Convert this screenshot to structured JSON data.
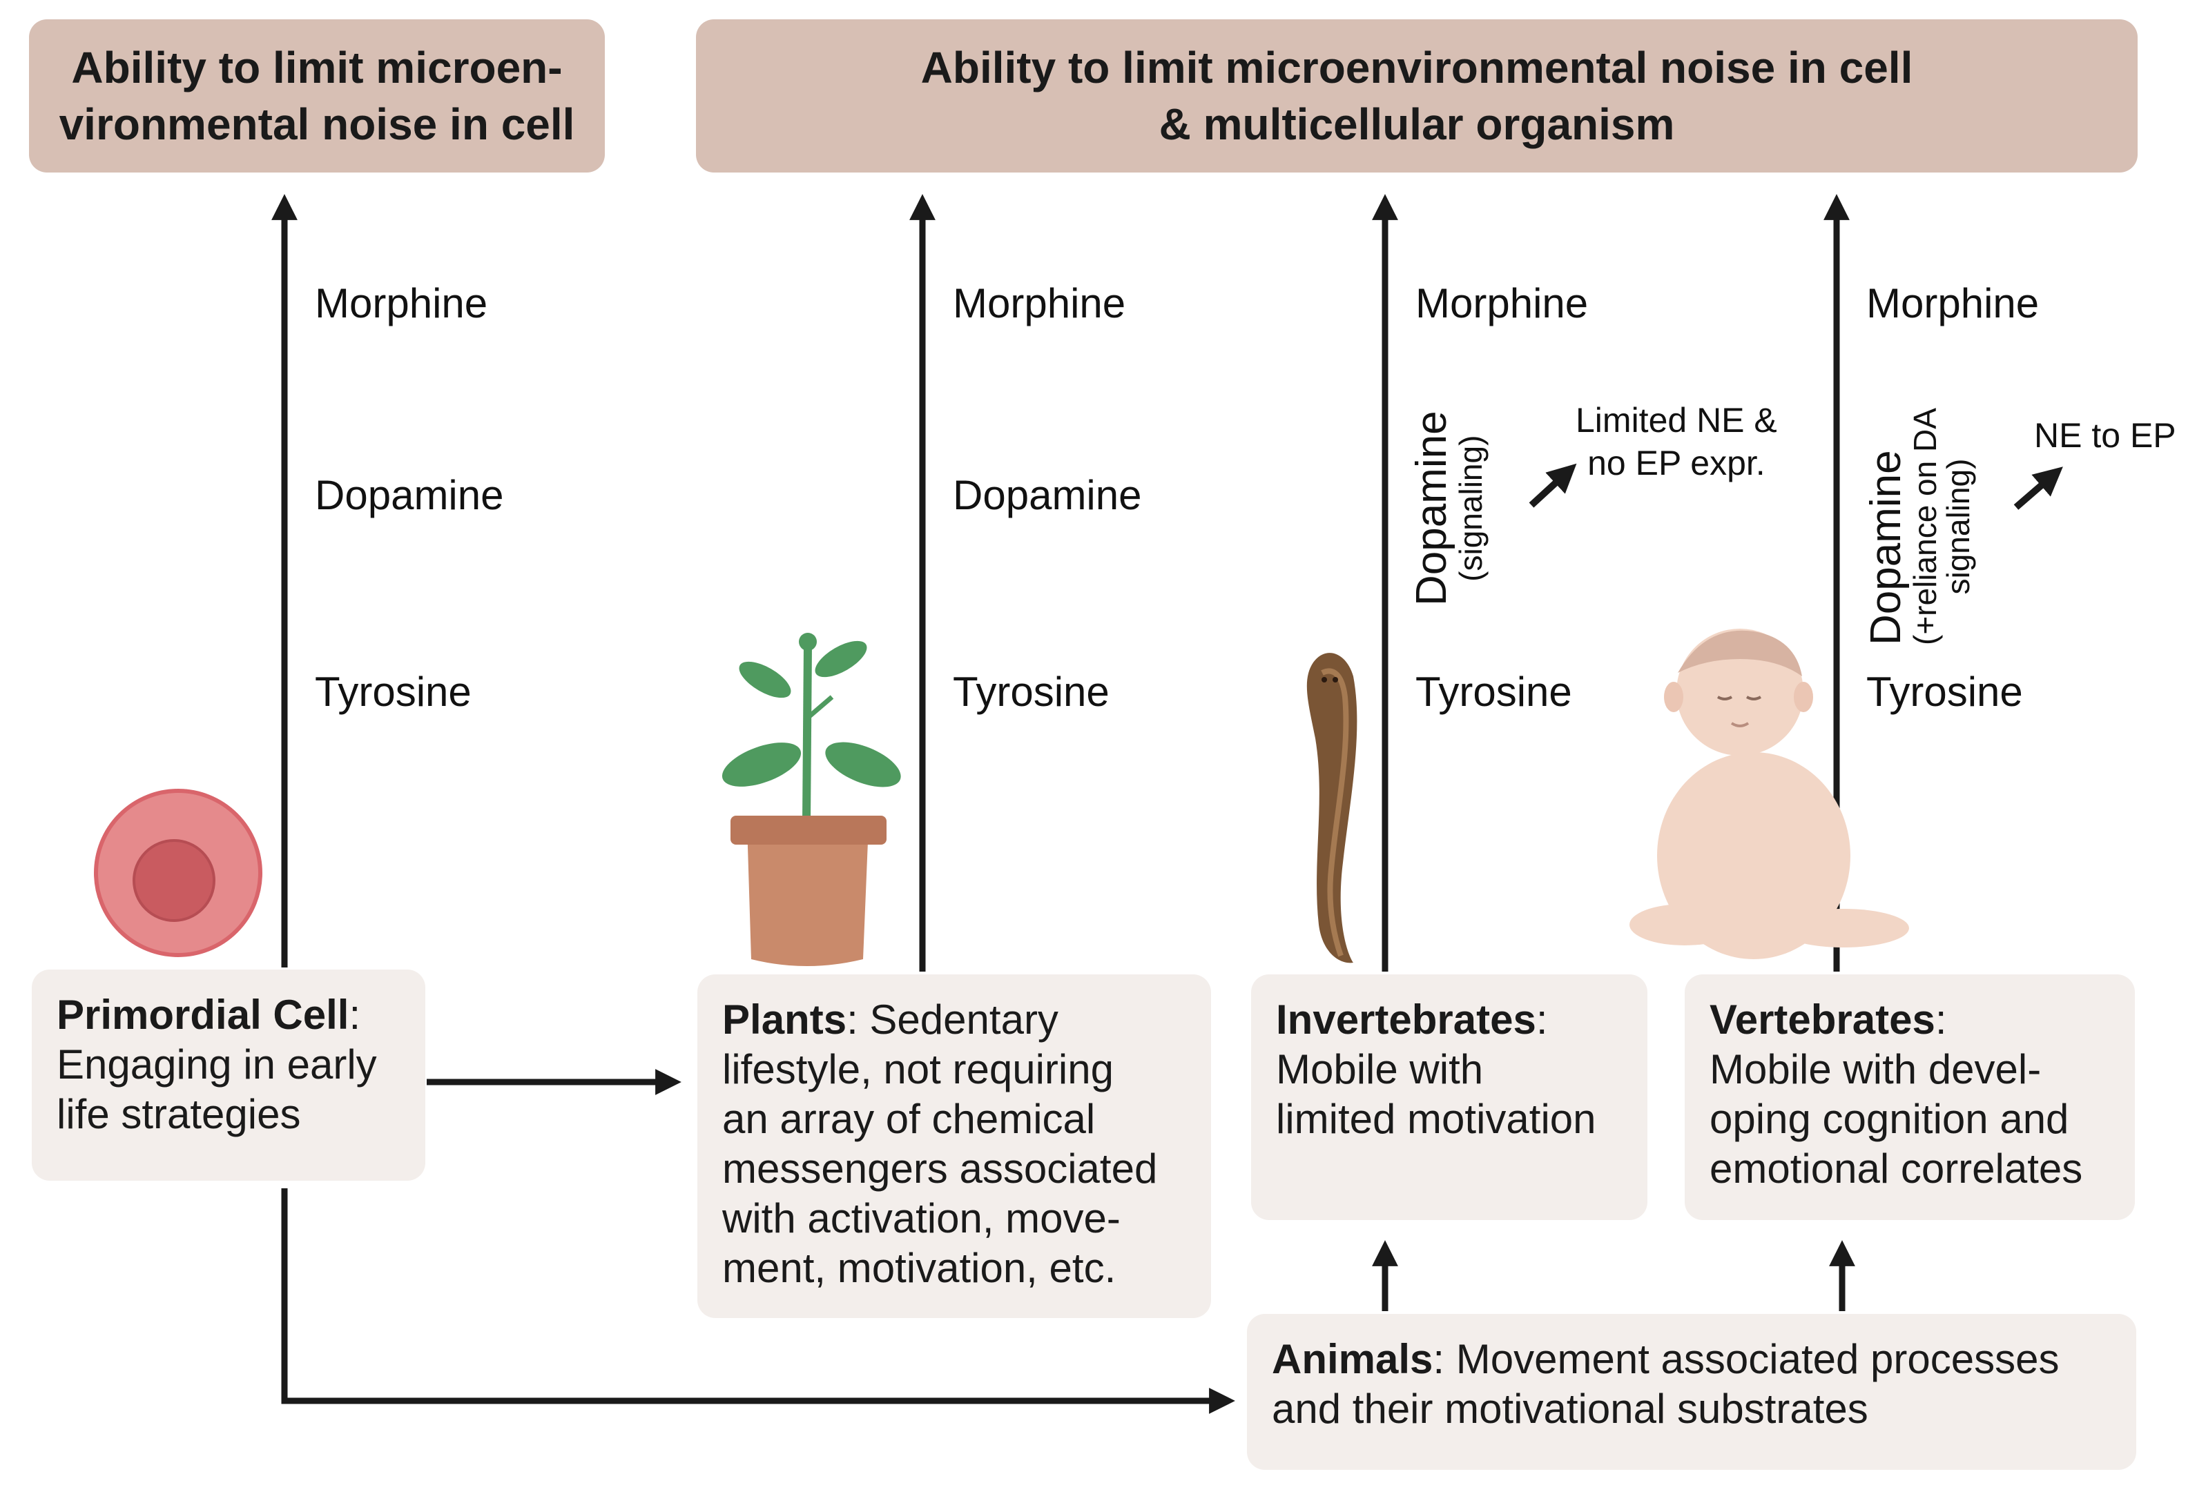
{
  "headers": {
    "cell": [
      "Ability to limit microen-",
      "vironmental noise in cell"
    ],
    "multicellular": [
      "Ability to limit microenvironmental noise in cell",
      "& multicellular organism"
    ]
  },
  "columns": {
    "primordial": {
      "morphine": "Morphine",
      "dopamine": "Dopamine",
      "tyrosine": "Tyrosine"
    },
    "plants": {
      "morphine": "Morphine",
      "dopamine": "Dopamine",
      "tyrosine": "Tyrosine"
    },
    "invertebrates": {
      "morphine": "Morphine",
      "dopamine": "Dopamine",
      "dopamine_note": "(signaling)",
      "ne_note": [
        "Limited NE &",
        "no EP expr."
      ],
      "tyrosine": "Tyrosine"
    },
    "vertebrates": {
      "morphine": "Morphine",
      "dopamine": "Dopamine",
      "dopamine_note": [
        "(+reliance on DA",
        "signaling)"
      ],
      "ne_note": "NE to EP",
      "tyrosine": "Tyrosine"
    }
  },
  "cards": {
    "primordial": {
      "title": "Primordial Cell",
      "sep": ":",
      "lines": [
        "Engaging in early",
        "life strategies"
      ]
    },
    "plants": {
      "title": "Plants",
      "sep": ": Sedentary",
      "lines": [
        "lifestyle, not requiring",
        "an array of chemical",
        "messengers associated",
        "with activation, move-",
        "ment, motivation, etc."
      ]
    },
    "invertebrates": {
      "title": "Invertebrates",
      "sep": ":",
      "lines": [
        "Mobile with",
        "limited motivation"
      ]
    },
    "vertebrates": {
      "title": "Vertebrates",
      "sep": ":",
      "lines": [
        "Mobile with devel-",
        "oping cognition and",
        "emotional correlates"
      ]
    },
    "animals": {
      "title": "Animals",
      "sep": ": Movement associated processes",
      "lines": [
        "and their motivational substrates"
      ]
    }
  },
  "colors": {
    "header_bg": "#d7bfb4",
    "card_bg": "#f3eeeb",
    "arrow": "#1a1a1a",
    "cell_outer": "#e58a8c",
    "cell_inner": "#c95b60",
    "pot": "#c98a6b",
    "leaf": "#4f9a5f",
    "worm": "#7a5535",
    "baby": "#f2d6c6"
  },
  "icons": [
    "cell-icon",
    "plant-icon",
    "flatworm-icon",
    "baby-icon"
  ]
}
